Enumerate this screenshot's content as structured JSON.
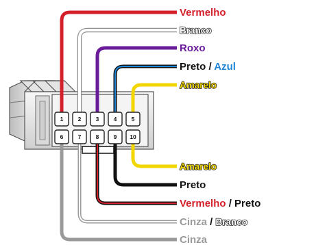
{
  "connector": {
    "pins_top": [
      "1",
      "2",
      "3",
      "4",
      "5"
    ],
    "pins_bottom": [
      "6",
      "7",
      "8",
      "9",
      "10"
    ]
  },
  "colors": {
    "vermelho": "#d4202b",
    "branco": "#ffffff",
    "roxo": "#6a1b9a",
    "preto": "#111111",
    "azul": "#1f86d6",
    "amarelo": "#f2d600",
    "cinza": "#9a9a9a",
    "separator": "#111111"
  },
  "labels": {
    "pin1": {
      "parts": [
        {
          "text": "Vermelho",
          "color": "#d4202b"
        }
      ]
    },
    "pin2": {
      "parts": [
        {
          "text": "Branco",
          "color": "#ffffff",
          "outlined": true
        }
      ]
    },
    "pin3": {
      "parts": [
        {
          "text": "Roxo",
          "color": "#6a1b9a"
        }
      ]
    },
    "pin4": {
      "parts": [
        {
          "text": "Preto",
          "color": "#111111"
        },
        {
          "text": " / ",
          "color": "#111111"
        },
        {
          "text": "Azul",
          "color": "#1f86d6"
        }
      ]
    },
    "pin5": {
      "parts": [
        {
          "text": "Amarelo",
          "color": "#f2d600",
          "outlined": true
        }
      ]
    },
    "pin10": {
      "parts": [
        {
          "text": "Amarelo",
          "color": "#f2d600",
          "outlined": true
        }
      ]
    },
    "pin9": {
      "parts": [
        {
          "text": "Preto",
          "color": "#111111"
        }
      ]
    },
    "pin8": {
      "parts": [
        {
          "text": "Vermelho",
          "color": "#d4202b"
        },
        {
          "text": " / ",
          "color": "#111111"
        },
        {
          "text": "Preto",
          "color": "#111111"
        }
      ]
    },
    "pin7": {
      "parts": [
        {
          "text": "Cinza",
          "color": "#9a9a9a"
        },
        {
          "text": " / ",
          "color": "#111111"
        },
        {
          "text": "Branco",
          "color": "#ffffff",
          "outlined": true
        }
      ]
    },
    "pin6": {
      "parts": [
        {
          "text": "Cinza",
          "color": "#9a9a9a"
        }
      ]
    }
  }
}
